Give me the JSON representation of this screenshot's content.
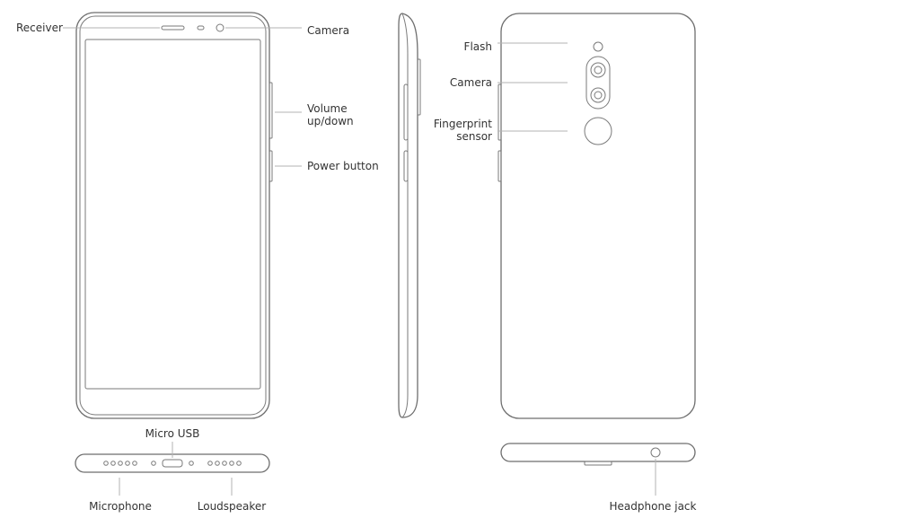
{
  "labels": {
    "receiver": "Receiver",
    "front_camera": "Camera",
    "volume_line1": "Volume",
    "volume_line2": "up/down",
    "power_button": "Power button",
    "micro_usb": "Micro USB",
    "microphone": "Microphone",
    "loudspeaker": "Loudspeaker",
    "flash": "Flash",
    "rear_camera": "Camera",
    "fingerprint_line1": "Fingerprint",
    "fingerprint_line2": "sensor",
    "headphone_jack": "Headphone jack"
  },
  "colors": {
    "outline": "#6e6e6e",
    "leader_line": "#b3b3b3",
    "text": "#333333",
    "background": "#ffffff"
  }
}
